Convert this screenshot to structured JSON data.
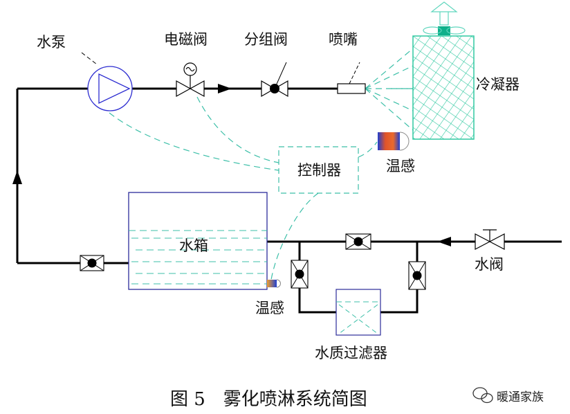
{
  "labels": {
    "pump": "水泵",
    "solenoid_valve": "电磁阀",
    "group_valve": "分组阀",
    "nozzle": "喷嘴",
    "condenser": "冷凝器",
    "temp_sensor_top": "温感",
    "controller": "控制器",
    "tank": "水箱",
    "temp_sensor_bottom": "温感",
    "water_valve": "水阀",
    "water_filter": "水质过滤器"
  },
  "caption": "图 5　雾化喷淋系统简图",
  "watermark": "暖通家族",
  "colors": {
    "pipe": "#000000",
    "pump_stroke": "#2b2bd0",
    "tank_stroke": "#2b2b9a",
    "control_wire": "#3cbfa8",
    "condenser_fill": "#2fc8a0",
    "fan_accent": "#0fb08a"
  }
}
